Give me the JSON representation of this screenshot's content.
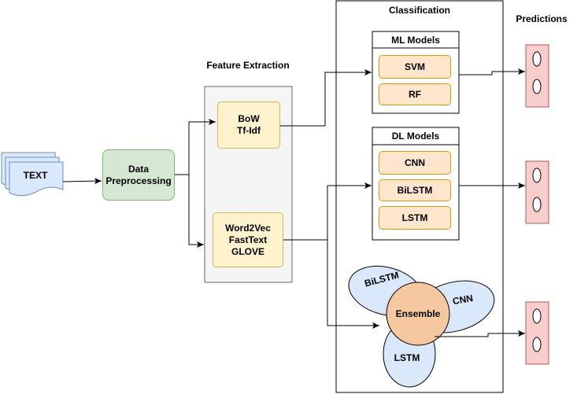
{
  "input": {
    "label": "TEXT"
  },
  "preprocessing": {
    "label_line1": "Data",
    "label_line2": "Preprocessing"
  },
  "feature_extraction": {
    "title": "Feature Extraction",
    "box1": {
      "line1": "BoW",
      "line2": "Tf-Idf"
    },
    "box2": {
      "line1": "Word2Vec",
      "line2": "FastText",
      "line3": "GLOVE"
    }
  },
  "classification": {
    "title": "Classification",
    "ml": {
      "title": "ML Models",
      "models": [
        "SVM",
        "RF"
      ]
    },
    "dl": {
      "title": "DL Models",
      "models": [
        "CNN",
        "BiLSTM",
        "LSTM"
      ]
    },
    "ensemble": {
      "center": "Ensemble",
      "petals": [
        "BiLSTM",
        "CNN",
        "LSTM"
      ]
    }
  },
  "predictions": {
    "title": "Predictions"
  },
  "colors": {
    "doc_fill": "#dae8fc",
    "doc_stroke": "#6c8ebf",
    "pred_fill": "#f8cecc",
    "pred_stroke": "#b85450",
    "ensemble_fill": "#f5c89f",
    "panel_fill": "#f5f5f5"
  }
}
